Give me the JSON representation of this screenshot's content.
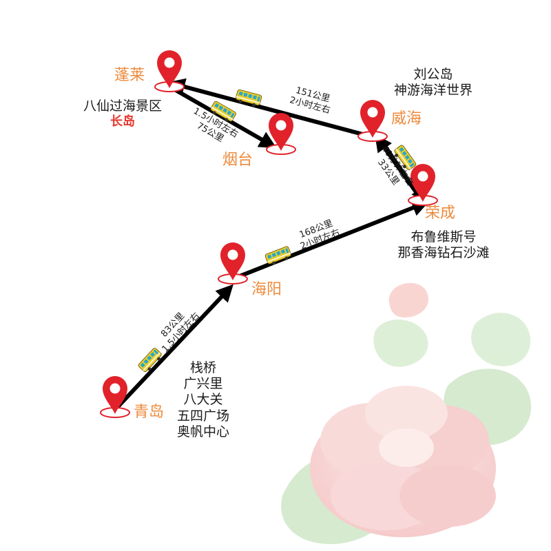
{
  "colors": {
    "city": "#ee8a3c",
    "pin": "#e1222b",
    "highlight": "#e73a2f",
    "route": "#000000",
    "bus_body": "#e9cd2c",
    "bus_window": "#27a7c9",
    "flower_petal": "#f6c8c8",
    "flower_leaf": "#b9ddb2"
  },
  "cities": {
    "penglai": "蓬莱",
    "yantai": "烟台",
    "weihai": "威海",
    "rongcheng": "荣成",
    "haiyang": "海阳",
    "qingdao": "青岛"
  },
  "attractions": {
    "penglai": "八仙过海景区",
    "penglai_highlight": "长岛",
    "weihai_1": "刘公岛",
    "weihai_2": "神游海洋世界",
    "rongcheng_1": "布鲁维斯号",
    "rongcheng_2": "那香海钻石沙滩",
    "qingdao": [
      "栈桥",
      "广兴里",
      "八大关",
      "五四广场",
      "奥帆中心"
    ]
  },
  "segments": {
    "qingdao_haiyang": {
      "distance": "83公里",
      "time": "1.5小时左右"
    },
    "haiyang_rongcheng": {
      "distance": "168公里",
      "time": "2小时左右"
    },
    "rongcheng_weihai": {
      "time": "40分钟左右",
      "distance": "33公里"
    },
    "weihai_penglai": {
      "distance": "151公里",
      "time": "2小时左右"
    },
    "penglai_yantai": {
      "time": "1.5小时左右",
      "distance": "75公里"
    }
  },
  "icons": {
    "pin": "location-pin-icon",
    "bus": "bus-icon",
    "flower": "peony-flower-watermark"
  }
}
